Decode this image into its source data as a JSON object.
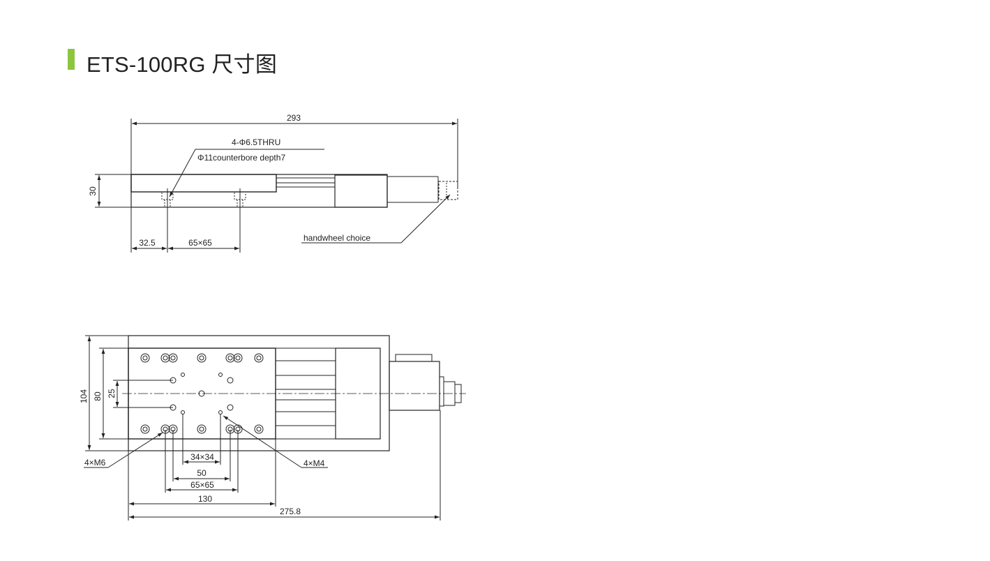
{
  "accent_color": "#8cc63f",
  "title": "ETS-100RG 尺寸图",
  "side_view": {
    "overall_length": "293",
    "height": "30",
    "first_hole_offset": "32.5",
    "hole_pitch": "65×65",
    "hole_callout_line1": "4-Φ6.5THRU",
    "hole_callout_line2": "Φ11counterbore depth7",
    "handwheel_label": "handwheel choice"
  },
  "top_view": {
    "outer_width": "104",
    "table_width": "80",
    "center_spacing": "25",
    "inner_square": "34×34",
    "dim_50": "50",
    "pattern_65": "65×65",
    "table_length": "130",
    "overall_length": "275.8",
    "m6_label": "4×M6",
    "m4_label": "4×M4"
  }
}
